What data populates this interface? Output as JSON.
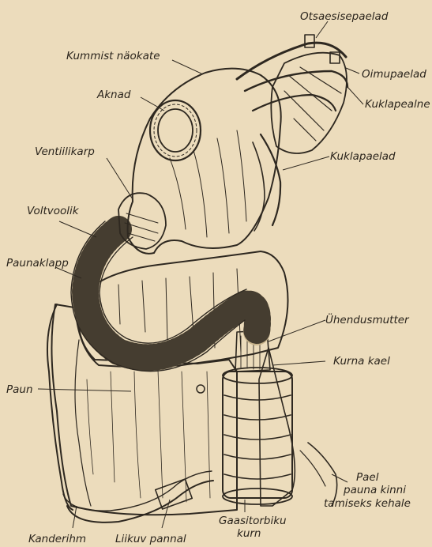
{
  "figure": {
    "labels": {
      "otsaesisepaelad": "Otsaesisepaelad",
      "kummist_naokate": "Kummist näokate",
      "oimupaelad": "Oimupaelad",
      "aknad": "Aknad",
      "kuklapealne": "Kuklapealne",
      "ventiilikarp": "Ventiilikarp",
      "kuklapaelad": "Kuklapaelad",
      "voltvoolik": "Voltvoolik",
      "paunaklapp": "Paunaklapp",
      "uhendusmutter": "Ühendusmutter",
      "kurna_kael": "Kurna kael",
      "paun": "Paun",
      "pael_line1": "Pael",
      "pael_line2": "pauna kinni",
      "pael_line3": "tamiseks kehale",
      "gaasitorbiku_line1": "Gaasitorbiku",
      "gaasitorbiku_line2": "kurn",
      "kanderihm": "Kanderihm",
      "liikuv_pannal": "Liikuv pannal"
    },
    "colors": {
      "paper": "#ecdcbc",
      "ink": "#2e2820",
      "bag": "#d9c7a2",
      "mask": "#d2c09a",
      "canister": "#e3d3b0"
    }
  }
}
